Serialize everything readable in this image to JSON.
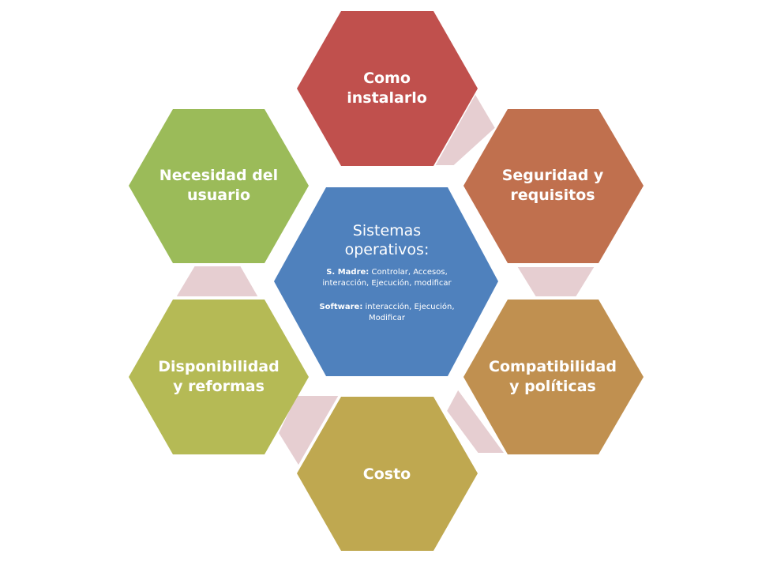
{
  "center": {
    "title_line1": "Sistemas",
    "title_line2": "operativos:",
    "madre_label": "S. Madre:",
    "madre_text_a": " Controlar, Accesos,",
    "madre_text_b": "interacción, Ejecución, modificar",
    "software_label": "Software:",
    "software_text_a": " interacción, Ejecución,",
    "software_text_b": "Modificar"
  },
  "hexagons": [
    {
      "name": "como-instalarlo",
      "line1": "Como",
      "line2": "instalarlo",
      "color": "#C0504D"
    },
    {
      "name": "seguridad-requisitos",
      "line1": "Seguridad y",
      "line2": "requisitos",
      "color": "#C0704E"
    },
    {
      "name": "compatibilidad-politicas",
      "line1": "Compatibilidad",
      "line2": "y políticas",
      "color": "#C09050"
    },
    {
      "name": "costo",
      "line1": "Costo",
      "line2": "",
      "color": "#BFA850"
    },
    {
      "name": "disponibilidad-reformas",
      "line1": "Disponibilidad",
      "line2": "y reformas",
      "color": "#B5BA55"
    },
    {
      "name": "necesidad-usuario",
      "line1": "Necesidad del",
      "line2": "usuario",
      "color": "#9BBB59"
    }
  ],
  "colors": {
    "center": "#4F81BD",
    "connector": "#E6CED1",
    "connector_stroke": "#ffffff"
  }
}
